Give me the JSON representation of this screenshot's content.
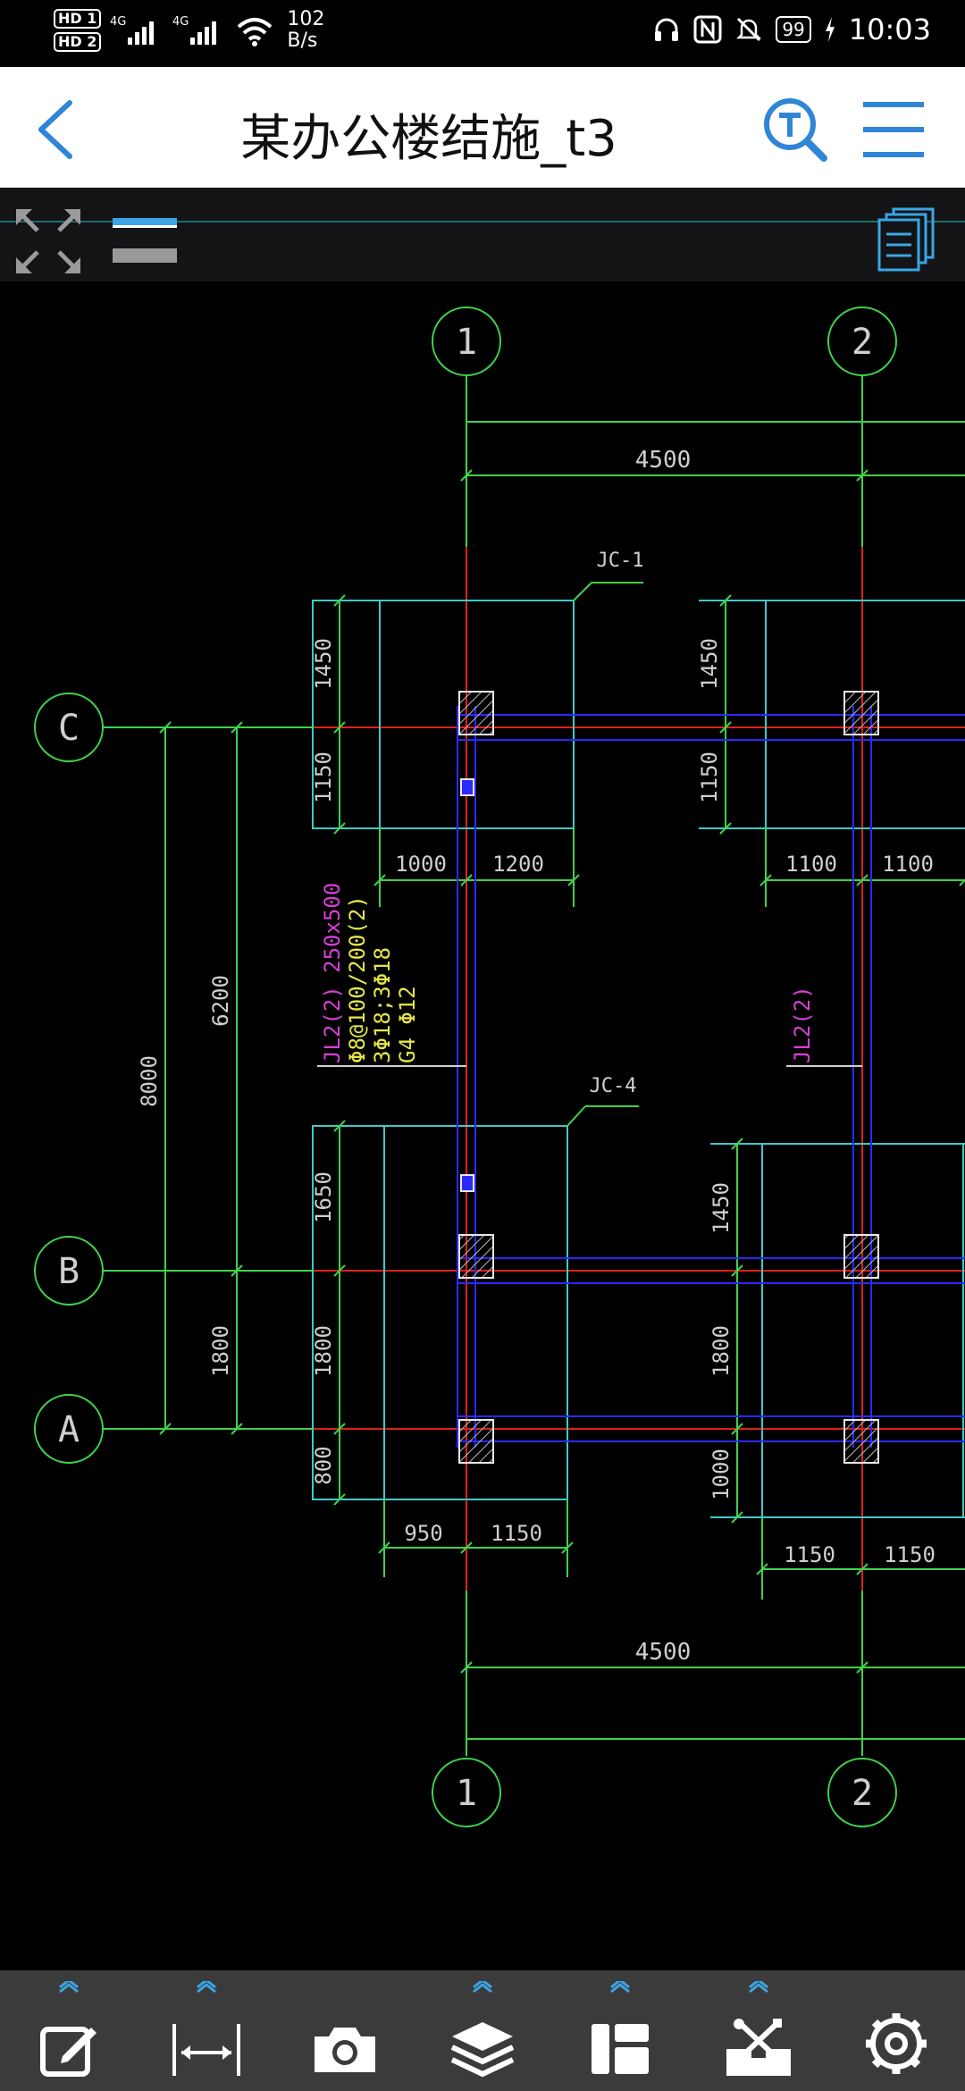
{
  "status_bar": {
    "hd1": "HD 1",
    "hd2": "HD 2",
    "signal1": "4G",
    "signal2": "4G",
    "net_speed_value": "102",
    "net_speed_unit": "B/s",
    "battery": "99",
    "time": "10:03"
  },
  "header": {
    "title": "某办公楼结施_t3",
    "back_icon": "chevron-left-icon",
    "search_icon": "text-search-icon",
    "menu_icon": "hamburger-menu-icon"
  },
  "cad_toolbar": {
    "fullscreen_icon": "expand-arrows-icon",
    "layout_icon": "layout-tabs-icon",
    "pages_icon": "pages-icon"
  },
  "drawing": {
    "axes_vertical": [
      "1",
      "2"
    ],
    "axes_horizontal": [
      "C",
      "B",
      "A"
    ],
    "dims": {
      "span_top": "4500",
      "span_bottom": "4500",
      "jc1_h_top": "1450",
      "jc1_h_bot": "1150",
      "jc1_w_left": "1000",
      "jc1_w_right": "1200",
      "jc2top_h_top": "1450",
      "jc2top_h_bot": "1150",
      "jc2top_w_left": "1100",
      "jc2top_w_right": "1100",
      "left_total": "8000",
      "left_ca": "6200",
      "left_ba": "1800",
      "jc4_h1": "1650",
      "jc4_h2": "1800",
      "jc4_h3": "800",
      "jc4_w_left": "950",
      "jc4_w_right": "1150",
      "r_h1": "1450",
      "r_h2": "1800",
      "r_h3": "1000",
      "r_w_left": "1150",
      "r_w_right": "1150"
    },
    "labels": {
      "jc1": "JC-1",
      "jc4": "JC-4",
      "beam1_line1": "JL2(2) 250x500",
      "beam1_line2": "Φ8@100/200(2)",
      "beam1_line3": "3Φ18;3Φ18",
      "beam1_line4": "G4 Φ12",
      "beam2": "JL2(2)"
    }
  },
  "bottom_bar": {
    "items": [
      {
        "icon": "edit-annotate-icon"
      },
      {
        "icon": "measure-distance-icon"
      },
      {
        "icon": "camera-icon"
      },
      {
        "icon": "layers-icon"
      },
      {
        "icon": "layout-panel-icon"
      },
      {
        "icon": "toolbox-icon"
      },
      {
        "icon": "settings-gear-icon"
      }
    ]
  },
  "colors": {
    "accent": "#2f86d6",
    "cad_green": "#3fd24b",
    "cad_cyan": "#3fc9c9",
    "cad_blue": "#2a2aff",
    "cad_red": "#e02020",
    "cad_magenta": "#d63fd6",
    "cad_yellow": "#e6e64a"
  }
}
